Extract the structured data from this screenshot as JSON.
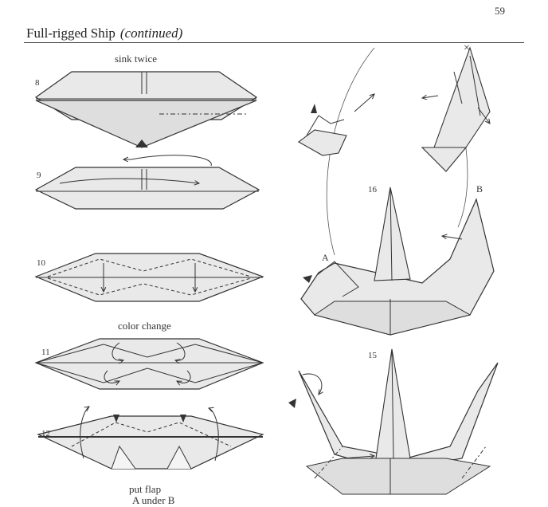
{
  "page": {
    "number": "59"
  },
  "header": {
    "title": "Full-rigged Ship",
    "subtitle": "(continued)"
  },
  "captions": {
    "sink_twice": "sink twice",
    "color_change": "color change",
    "put_flap": "put flap",
    "put_flap_cont": "A under B"
  },
  "steps": [
    "8",
    "9",
    "10",
    "11",
    "12",
    "16",
    "15"
  ],
  "points": {
    "a": "A",
    "b": "B",
    "x_mark": "×"
  },
  "colors": {
    "paper": "#e9e9e9",
    "ink": "#333333",
    "background": "#ffffff"
  }
}
